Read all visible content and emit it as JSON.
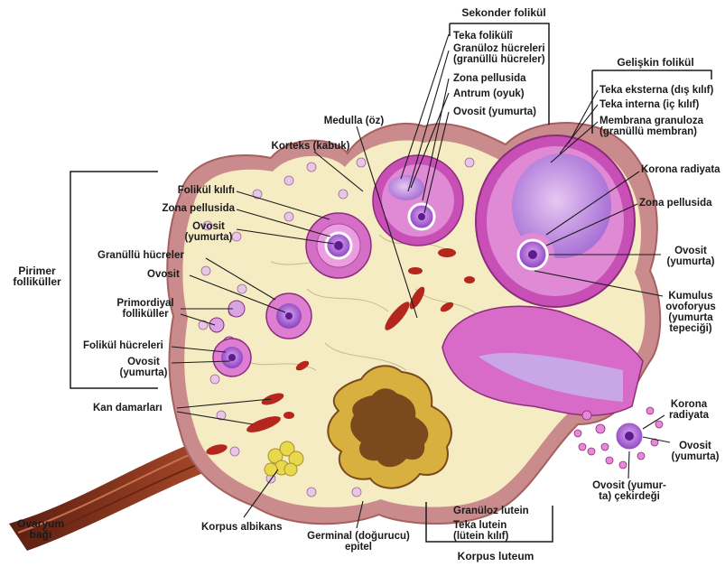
{
  "groups": {
    "sekonder": "Sekonder folikül",
    "gelisken": "Gelişkin folikül",
    "pirimer": [
      "Pirimer",
      "folliküller"
    ],
    "korpus_luteum": "Korpus luteum"
  },
  "labels": {
    "teka_folikuli": "Teka folikülî",
    "granuloz_1": "Granüloz hücreleri",
    "granuloz_2": "(granüllü hücreler)",
    "zona_pellusida_top": "Zona pellusida",
    "antrum": "Antrum (oyuk)",
    "ovosit_sek": "Ovosit (yumurta)",
    "teka_eksterna": "Teka eksterna (dış kılıf)",
    "teka_interna": "Teka interna (iç kılıf)",
    "membrana_1": "Membrana granuloza",
    "membrana_2": "(granüllü membran)",
    "korona_radiyata_r": "Korona radiyata",
    "zona_pellusida_r": "Zona pellusida",
    "ovosit_r": [
      "Ovosit",
      "(yumurta)"
    ],
    "kumulus": [
      "Kumulus",
      "ovoforyus",
      "(yumurta",
      "tepeciği)"
    ],
    "korona_bottom": [
      "Korona",
      "radiyata"
    ],
    "ovosit_br": [
      "Ovosit",
      "(yumurta)"
    ],
    "ovosit_cekirdegi": [
      "Ovosit (yumur-",
      "ta) çekirdeği"
    ],
    "medulla": "Medulla (öz)",
    "korteks": "Korteks (kabuk)",
    "folikul_kilifi": "Folikül kılıfı",
    "zona_pellusida_l": "Zona pellusida",
    "ovosit_l1": [
      "Ovosit",
      "(yumurta)"
    ],
    "granullu": "Granüllü hücreler",
    "ovosit_l2": "Ovosit",
    "primordiyal": [
      "Primordiyal",
      "folliküller"
    ],
    "folikul_hucreleri": "Folikül hücreleri",
    "ovosit_l3": [
      "Ovosit",
      "(yumurta)"
    ],
    "kan_damarlari": "Kan damarları",
    "ovaryum_bagi": [
      "Ovaryum",
      "bağı"
    ],
    "korpus_albikans": "Korpus albikans",
    "germinal": [
      "Germinal (doğurucu)",
      "epitel"
    ],
    "granuloz_lutein": "Granüloz lutein",
    "teka_lutein_1": "Teka lutein",
    "teka_lutein_2": "(lütein kılıf)"
  },
  "colors": {
    "stroma": "#f5ecc4",
    "cortex": "#c98b8b",
    "follicle_pink": "#e07ad2",
    "follicle_dark": "#b23a9c",
    "antrum": "#b98ad8",
    "oocyte": "#9a55c6",
    "vessel": "#b5261c",
    "ligament": "#8a3420",
    "corpus_luteum": "#d8b040",
    "luteum_core": "#7a4a1c",
    "albicans": "#e8d84c"
  }
}
